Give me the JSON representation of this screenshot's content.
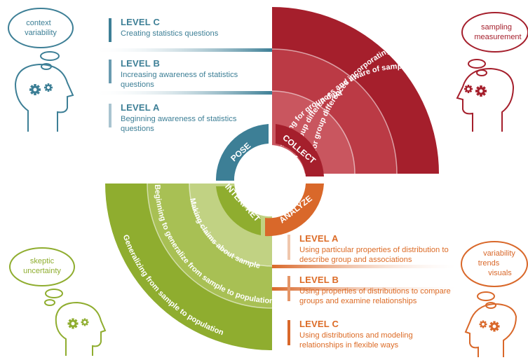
{
  "colors": {
    "blue": "#3d7f96",
    "red": "#a51f2c",
    "green": "#8fad2f",
    "orange": "#d9682a"
  },
  "pose_levels": [
    {
      "title": "LEVEL C",
      "desc": "Creating statistics questions"
    },
    {
      "title": "LEVEL B",
      "desc": "Increasing awareness of statistics questions"
    },
    {
      "title": "LEVEL A",
      "desc": "Beginning awareness of statistics questions"
    }
  ],
  "analyze_levels": [
    {
      "title": "LEVEL A",
      "desc": "Using particular properties of distribution to describe group and associations"
    },
    {
      "title": "LEVEL B",
      "desc": "Using properties of distributions to compare groups and examine relationships"
    },
    {
      "title": "LEVEL C",
      "desc": "Using distributions and modeling relationships in flexible ways"
    }
  ],
  "collect_arcs": [
    "Designing for group data",
    "Designing for group differences and aware of sample size",
    "Designing for group differences incorporating effect of sample size"
  ],
  "interpret_arcs": [
    "Making claims about sample",
    "Beginning to generalize from sample to population",
    "Generalizing from sample to population"
  ],
  "cycle": {
    "pose": "POSE",
    "collect": "COLLECT",
    "analyze": "ANALYZE",
    "interpret": "INTERPRET"
  },
  "thoughts": {
    "top_left": [
      "context",
      "variability"
    ],
    "top_right": [
      "sampling",
      "measurement"
    ],
    "bottom_left": [
      "skeptic",
      "uncertainty"
    ],
    "bottom_right": [
      "variability",
      "trends",
      "visuals"
    ]
  },
  "icons": [
    "head-gears-icon"
  ]
}
